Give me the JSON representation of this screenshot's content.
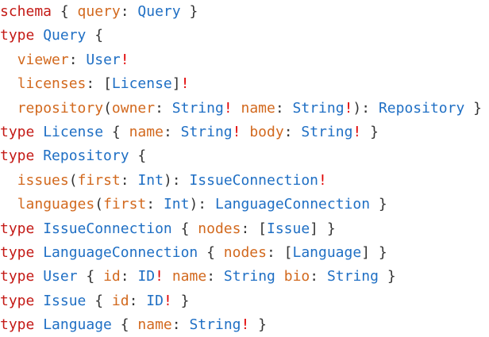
{
  "colors": {
    "keyword": "#c41a16",
    "type": "#1f6fc4",
    "field": "#d2691e",
    "punct": "#333333",
    "bang": "#e00000"
  },
  "lines": [
    [
      {
        "t": "schema",
        "k": "keyword"
      },
      {
        "t": " { ",
        "k": "punct"
      },
      {
        "t": "query",
        "k": "field"
      },
      {
        "t": ": ",
        "k": "punct"
      },
      {
        "t": "Query",
        "k": "type"
      },
      {
        "t": " }",
        "k": "punct"
      }
    ],
    [
      {
        "t": "type",
        "k": "keyword"
      },
      {
        "t": " ",
        "k": "punct"
      },
      {
        "t": "Query",
        "k": "type"
      },
      {
        "t": " {",
        "k": "punct"
      }
    ],
    [
      {
        "t": "  ",
        "k": "punct"
      },
      {
        "t": "viewer",
        "k": "field"
      },
      {
        "t": ": ",
        "k": "punct"
      },
      {
        "t": "User",
        "k": "type"
      },
      {
        "t": "!",
        "k": "bang"
      }
    ],
    [
      {
        "t": "  ",
        "k": "punct"
      },
      {
        "t": "licenses",
        "k": "field"
      },
      {
        "t": ": [",
        "k": "punct"
      },
      {
        "t": "License",
        "k": "type"
      },
      {
        "t": "]",
        "k": "punct"
      },
      {
        "t": "!",
        "k": "bang"
      }
    ],
    [
      {
        "t": "  ",
        "k": "punct"
      },
      {
        "t": "repository",
        "k": "field"
      },
      {
        "t": "(",
        "k": "punct"
      },
      {
        "t": "owner",
        "k": "field"
      },
      {
        "t": ": ",
        "k": "punct"
      },
      {
        "t": "String",
        "k": "type"
      },
      {
        "t": "!",
        "k": "bang"
      },
      {
        "t": " ",
        "k": "punct"
      },
      {
        "t": "name",
        "k": "field"
      },
      {
        "t": ": ",
        "k": "punct"
      },
      {
        "t": "String",
        "k": "type"
      },
      {
        "t": "!",
        "k": "bang"
      },
      {
        "t": "): ",
        "k": "punct"
      },
      {
        "t": "Repository",
        "k": "type"
      },
      {
        "t": " }",
        "k": "punct"
      }
    ],
    [
      {
        "t": "type",
        "k": "keyword"
      },
      {
        "t": " ",
        "k": "punct"
      },
      {
        "t": "License",
        "k": "type"
      },
      {
        "t": " { ",
        "k": "punct"
      },
      {
        "t": "name",
        "k": "field"
      },
      {
        "t": ": ",
        "k": "punct"
      },
      {
        "t": "String",
        "k": "type"
      },
      {
        "t": "!",
        "k": "bang"
      },
      {
        "t": " ",
        "k": "punct"
      },
      {
        "t": "body",
        "k": "field"
      },
      {
        "t": ": ",
        "k": "punct"
      },
      {
        "t": "String",
        "k": "type"
      },
      {
        "t": "!",
        "k": "bang"
      },
      {
        "t": " }",
        "k": "punct"
      }
    ],
    [
      {
        "t": "type",
        "k": "keyword"
      },
      {
        "t": " ",
        "k": "punct"
      },
      {
        "t": "Repository",
        "k": "type"
      },
      {
        "t": " {",
        "k": "punct"
      }
    ],
    [
      {
        "t": "  ",
        "k": "punct"
      },
      {
        "t": "issues",
        "k": "field"
      },
      {
        "t": "(",
        "k": "punct"
      },
      {
        "t": "first",
        "k": "field"
      },
      {
        "t": ": ",
        "k": "punct"
      },
      {
        "t": "Int",
        "k": "type"
      },
      {
        "t": "): ",
        "k": "punct"
      },
      {
        "t": "IssueConnection",
        "k": "type"
      },
      {
        "t": "!",
        "k": "bang"
      }
    ],
    [
      {
        "t": "  ",
        "k": "punct"
      },
      {
        "t": "languages",
        "k": "field"
      },
      {
        "t": "(",
        "k": "punct"
      },
      {
        "t": "first",
        "k": "field"
      },
      {
        "t": ": ",
        "k": "punct"
      },
      {
        "t": "Int",
        "k": "type"
      },
      {
        "t": "): ",
        "k": "punct"
      },
      {
        "t": "LanguageConnection",
        "k": "type"
      },
      {
        "t": " }",
        "k": "punct"
      }
    ],
    [
      {
        "t": "type",
        "k": "keyword"
      },
      {
        "t": " ",
        "k": "punct"
      },
      {
        "t": "IssueConnection",
        "k": "type"
      },
      {
        "t": " { ",
        "k": "punct"
      },
      {
        "t": "nodes",
        "k": "field"
      },
      {
        "t": ": [",
        "k": "punct"
      },
      {
        "t": "Issue",
        "k": "type"
      },
      {
        "t": "] }",
        "k": "punct"
      }
    ],
    [
      {
        "t": "type",
        "k": "keyword"
      },
      {
        "t": " ",
        "k": "punct"
      },
      {
        "t": "LanguageConnection",
        "k": "type"
      },
      {
        "t": " { ",
        "k": "punct"
      },
      {
        "t": "nodes",
        "k": "field"
      },
      {
        "t": ": [",
        "k": "punct"
      },
      {
        "t": "Language",
        "k": "type"
      },
      {
        "t": "] }",
        "k": "punct"
      }
    ],
    [
      {
        "t": "type",
        "k": "keyword"
      },
      {
        "t": " ",
        "k": "punct"
      },
      {
        "t": "User",
        "k": "type"
      },
      {
        "t": " { ",
        "k": "punct"
      },
      {
        "t": "id",
        "k": "field"
      },
      {
        "t": ": ",
        "k": "punct"
      },
      {
        "t": "ID",
        "k": "type"
      },
      {
        "t": "!",
        "k": "bang"
      },
      {
        "t": " ",
        "k": "punct"
      },
      {
        "t": "name",
        "k": "field"
      },
      {
        "t": ": ",
        "k": "punct"
      },
      {
        "t": "String",
        "k": "type"
      },
      {
        "t": " ",
        "k": "punct"
      },
      {
        "t": "bio",
        "k": "field"
      },
      {
        "t": ": ",
        "k": "punct"
      },
      {
        "t": "String",
        "k": "type"
      },
      {
        "t": " }",
        "k": "punct"
      }
    ],
    [
      {
        "t": "type",
        "k": "keyword"
      },
      {
        "t": " ",
        "k": "punct"
      },
      {
        "t": "Issue",
        "k": "type"
      },
      {
        "t": " { ",
        "k": "punct"
      },
      {
        "t": "id",
        "k": "field"
      },
      {
        "t": ": ",
        "k": "punct"
      },
      {
        "t": "ID",
        "k": "type"
      },
      {
        "t": "!",
        "k": "bang"
      },
      {
        "t": " }",
        "k": "punct"
      }
    ],
    [
      {
        "t": "type",
        "k": "keyword"
      },
      {
        "t": " ",
        "k": "punct"
      },
      {
        "t": "Language",
        "k": "type"
      },
      {
        "t": " { ",
        "k": "punct"
      },
      {
        "t": "name",
        "k": "field"
      },
      {
        "t": ": ",
        "k": "punct"
      },
      {
        "t": "String",
        "k": "type"
      },
      {
        "t": "!",
        "k": "bang"
      },
      {
        "t": " }",
        "k": "punct"
      }
    ]
  ]
}
